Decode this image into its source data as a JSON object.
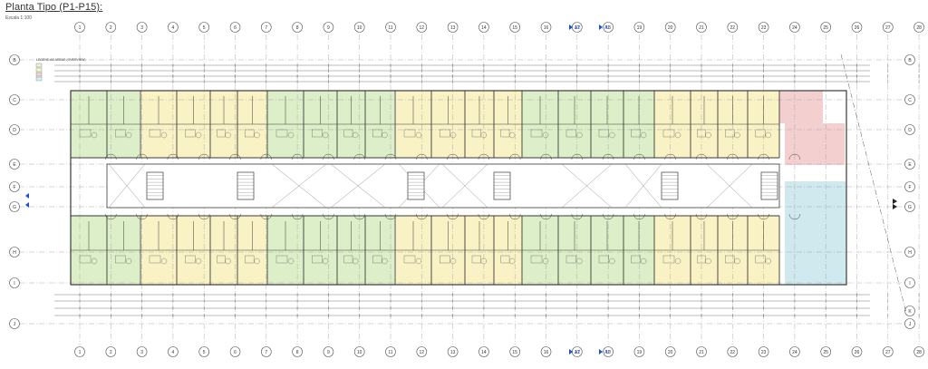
{
  "drawing": {
    "title": "Planta Tipo (P1-P15):",
    "scale": "Escala 1:100"
  },
  "grid": {
    "columns": [
      "1",
      "2",
      "3",
      "4",
      "5",
      "6",
      "7",
      "8",
      "9",
      "10",
      "11",
      "12",
      "13",
      "14",
      "15",
      "16",
      "17",
      "18",
      "19",
      "20",
      "21",
      "22",
      "23",
      "24",
      "25",
      "26",
      "27",
      "28"
    ],
    "rows": [
      "B",
      "C",
      "D",
      "E",
      "F",
      "G",
      "H",
      "I",
      "J",
      "K"
    ]
  },
  "section_marks": [
    {
      "label": "A2",
      "where": "top"
    },
    {
      "label": "A1",
      "where": "top"
    },
    {
      "label": "A2",
      "where": "bottom"
    },
    {
      "label": "A1",
      "where": "bottom"
    }
  ],
  "legend": {
    "title": "LEGEND AS AREAS (OVERVIEW)",
    "swatches": [
      "#e8f4d8",
      "#fbf6cf",
      "#f5d4d4",
      "#d7eef2"
    ]
  },
  "colors": {
    "green": "#dcefc8",
    "yellow": "#f8f2c4",
    "pink": "#f3cfcf",
    "blue": "#cfe9ef",
    "line": "#3a3a3a",
    "grid": "#9a9a9a",
    "axis_mark": "#1a4fd0"
  }
}
